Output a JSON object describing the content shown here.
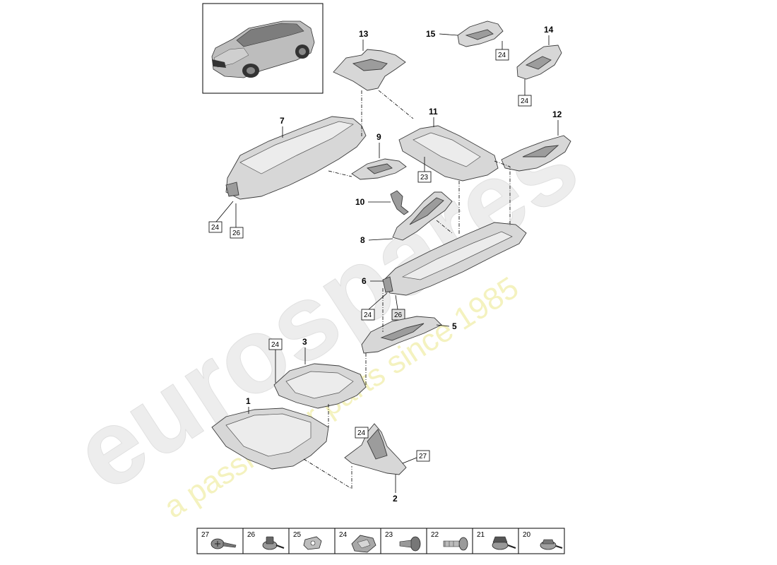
{
  "watermark": {
    "brand": "eurospares",
    "tagline": "a passion for parts since 1985",
    "brand_color": "#e9e9e9",
    "tagline_color": "#f2f0b0"
  },
  "callouts": {
    "c1": "1",
    "c2": "2",
    "c3": "3",
    "c5": "5",
    "c6": "6",
    "c7": "7",
    "c8": "8",
    "c9": "9",
    "c10": "10",
    "c11": "11",
    "c12": "12",
    "c13": "13",
    "c14": "14",
    "c15": "15"
  },
  "boxed_refs": {
    "b24_14": "24",
    "b24_15": "24",
    "b23": "23",
    "b24_7": "24",
    "b26_7": "26",
    "b24_6": "24",
    "b26_6": "26",
    "b24_3": "24",
    "b24_2": "24",
    "b27_2": "27"
  },
  "fasteners": [
    {
      "number": "27",
      "icon": "torx-screw-icon"
    },
    {
      "number": "26",
      "icon": "flange-screw-icon"
    },
    {
      "number": "25",
      "icon": "clip-nut-icon"
    },
    {
      "number": "24",
      "icon": "spring-nut-icon"
    },
    {
      "number": "23",
      "icon": "expansion-rivet-icon"
    },
    {
      "number": "22",
      "icon": "push-rivet-icon"
    },
    {
      "number": "21",
      "icon": "hex-bolt-icon"
    },
    {
      "number": "20",
      "icon": "pan-screw-icon"
    }
  ]
}
